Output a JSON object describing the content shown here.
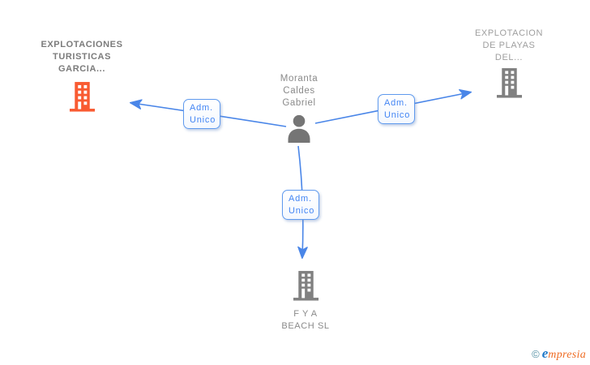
{
  "colors": {
    "edge_blue": "#4a86e8",
    "box_border_blue": "#5f9aee",
    "box_text_blue": "#4285f4",
    "main_company_icon_orange": "#f95b32",
    "related_company_icon_gray": "#808080",
    "person_icon_gray": "#757575",
    "label_gray": "#8a8a8a"
  },
  "nodes": {
    "company_main": {
      "name": "EXPLOTACIONES TURISTICAS GARCIA...",
      "icon": "building-icon"
    },
    "company_right": {
      "name": "EXPLOTACION DE PLAYAS DEL...",
      "icon": "building-icon"
    },
    "person": {
      "name": "Moranta Caldes Gabriel",
      "icon": "person-icon"
    },
    "company_bottom": {
      "name": "F Y A BEACH SL",
      "icon": "building-icon"
    }
  },
  "edges": [
    {
      "label": "Adm. Unico",
      "from": "person",
      "to": "company_main"
    },
    {
      "label": "Adm. Unico",
      "from": "person",
      "to": "company_right"
    },
    {
      "label": "Adm. Unico",
      "from": "person",
      "to": "company_bottom"
    }
  ],
  "watermark": {
    "copyright": "©",
    "brand_first_letter": "e",
    "brand_rest": "mpresia"
  }
}
